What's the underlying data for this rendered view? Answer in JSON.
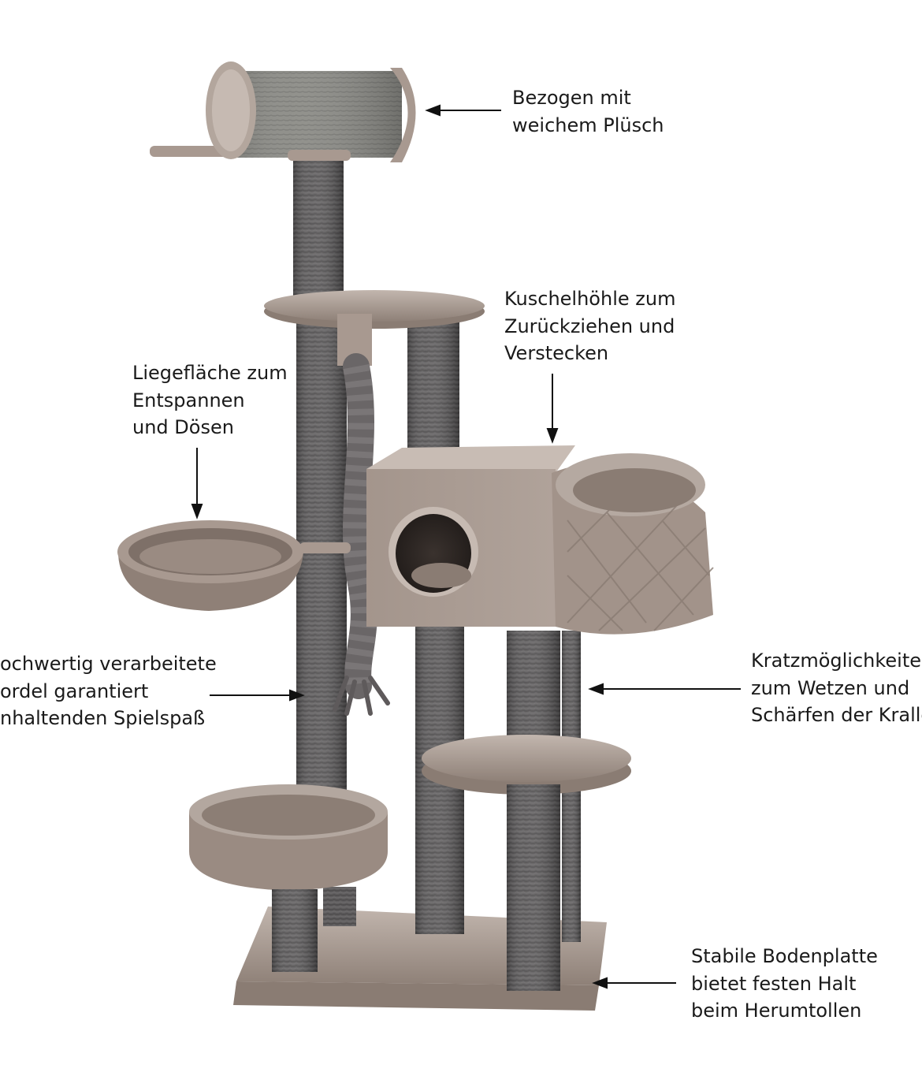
{
  "colors": {
    "background": "#ffffff",
    "text": "#1a1a1a",
    "plush": "#a89990",
    "plush_dark": "#8a7c73",
    "plush_light": "#c4b8b0",
    "sisal": "#5f5d5e",
    "sisal_dark": "#4a4849",
    "arrow": "#111111"
  },
  "annotations": [
    {
      "id": "plush",
      "lines": [
        "Bezogen mit",
        "weichem Plüsch"
      ]
    },
    {
      "id": "cave",
      "lines": [
        "Kuschelhöhle zum",
        "Zurückziehen und",
        "Verstecken"
      ]
    },
    {
      "id": "hammock",
      "lines": [
        "Liegefläche zum",
        "Entspannen",
        "und Dösen"
      ]
    },
    {
      "id": "rope",
      "lines": [
        "ochwertig verarbeitete",
        "ordel garantiert",
        "nhaltenden Spielspaß"
      ]
    },
    {
      "id": "scratch",
      "lines": [
        "Kratzmöglichkeiten",
        "zum Wetzen und",
        "Schärfen der Krallen"
      ]
    },
    {
      "id": "base",
      "lines": [
        "Stabile Bodenplatte",
        "bietet festen Halt",
        "beim Herumtollen"
      ]
    }
  ],
  "icons": [
    "arrow-left-icon",
    "arrow-down-icon",
    "arrow-right-icon",
    "cat-tree-illustration"
  ]
}
